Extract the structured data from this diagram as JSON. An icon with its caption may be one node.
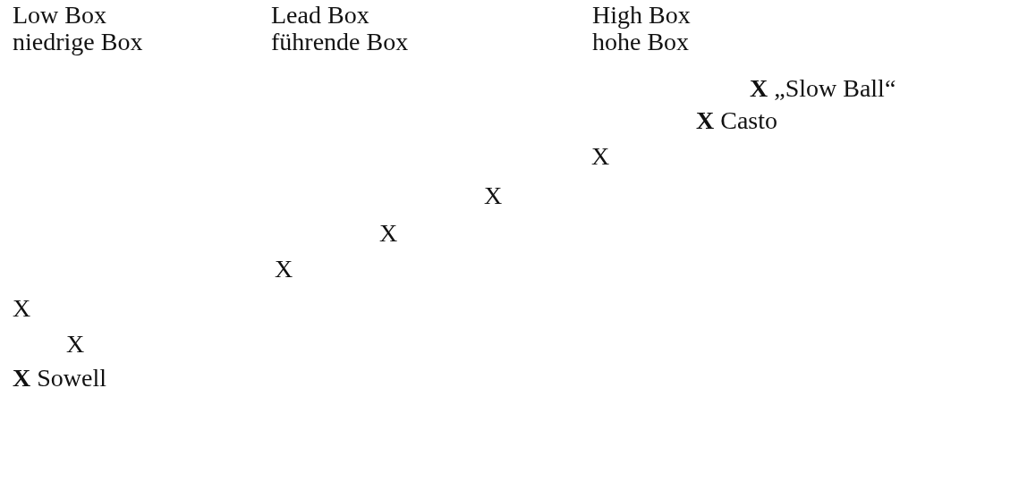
{
  "diagram": {
    "labels": [
      "Low Box niedrige Box",
      "Lead Box führende Box",
      "High Box hohe Box",
      "**X** „Slow Ball“",
      "**X** Casto",
      "X",
      "X",
      "X",
      "X",
      "X",
      "X",
      "**X** Sowell"
    ]
  }
}
